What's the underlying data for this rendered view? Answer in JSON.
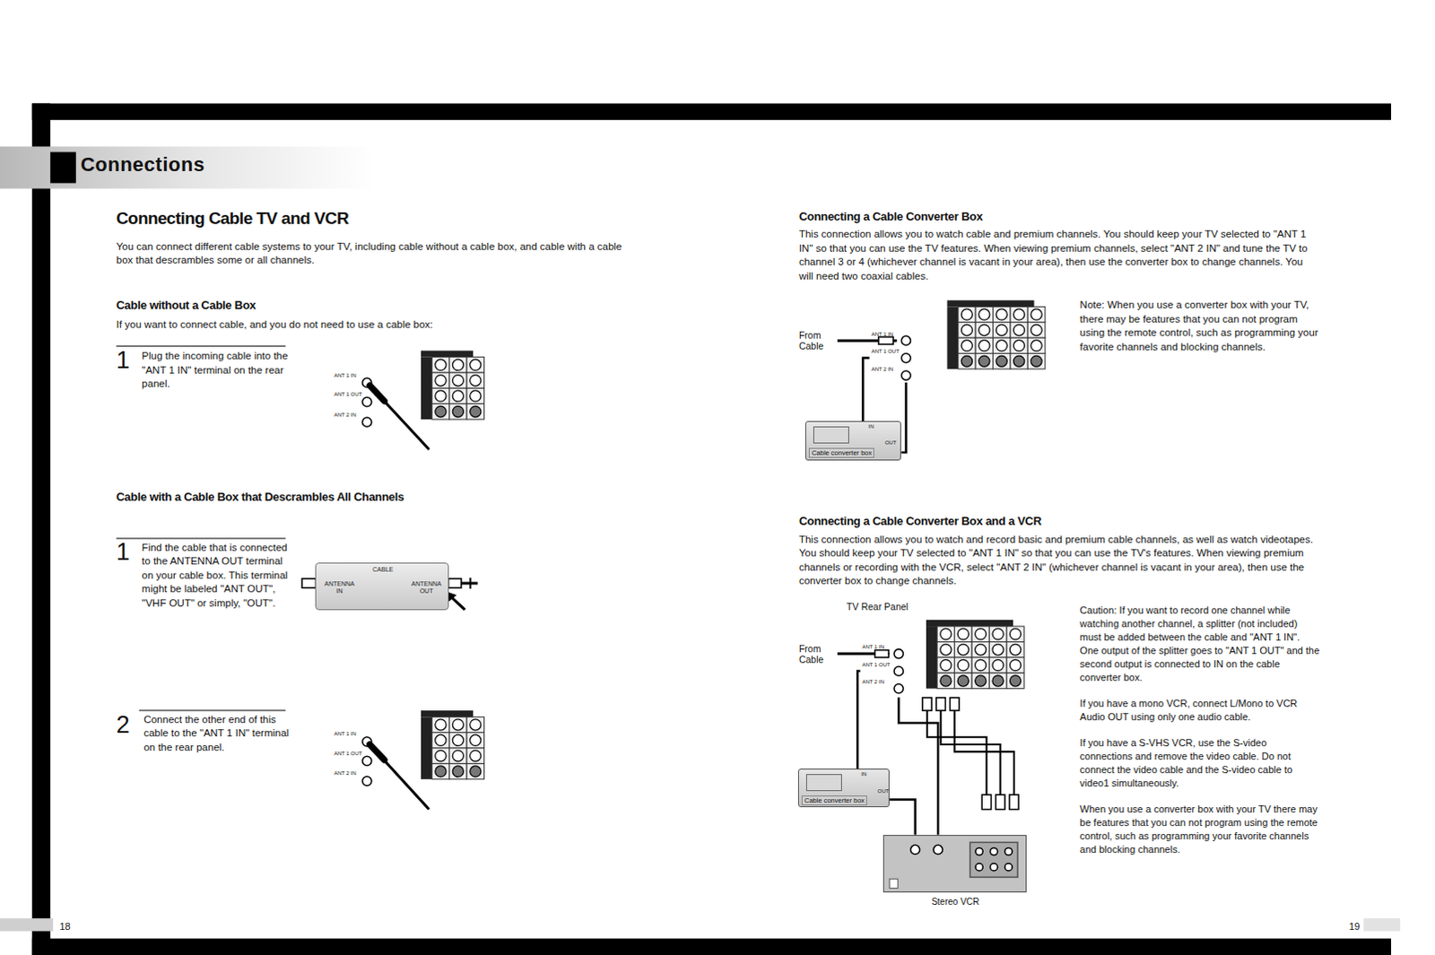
{
  "diagram": {
    "title": "Connections",
    "nodes": [
      {
        "text": [
          "CABLE",
          "ANTENNA IN",
          "ANTENNA OUT"
        ]
      },
      {
        "text": [
          "ANT 1 IN",
          "ANT 1 OUT",
          "ANT 2 IN"
        ]
      },
      {
        "text": [
          "IN",
          "Cable converter box",
          "OUT"
        ]
      },
      {
        "text": [
          "ANT 1 IN",
          "ANT 1 OUT",
          "ANT 2 IN"
        ]
      },
      {
        "text": [
          "IN",
          "Cable converter box",
          "OUT"
        ]
      },
      {
        "text": [
          "Stereo VCR"
        ]
      }
    ],
    "edges": [
      {
        "from": 1,
        "to": 2,
        "arrow": "none"
      },
      {
        "from": 2,
        "to": 1,
        "arrow": "none"
      },
      {
        "from": 3,
        "to": 4,
        "arrow": "none"
      },
      {
        "from": 4,
        "to": 5,
        "arrow": "none"
      },
      {
        "from": 5,
        "to": 3,
        "arrow": "none"
      }
    ],
    "labels": [
      "Connecting Cable TV and VCR",
      "You can connect different cable systems to your TV, including cable without a cable box, and cable with a cable box that descrambles some or all channels.",
      "Cable without a Cable Box",
      "If you want to connect cable, and you do not need to use a cable box:",
      "1",
      "Plug the incoming cable into the \"ANT 1 IN\" terminal on the rear panel.",
      "Cable with a Cable Box that Descrambles All Channels",
      "1",
      "Find the cable that is connected to the ANTENNA OUT terminal on your cable box. This terminal might be labeled \"ANT OUT\", \"VHF OUT\" or simply, \"OUT\".",
      "2",
      "Connect the other end of this cable to the \"ANT 1 IN\" terminal on the rear panel.",
      "Connecting a Cable Converter Box",
      "This connection allows you to watch cable and premium channels. You should keep your TV selected to \"ANT 1 IN\" so that you can use the TV features. When viewing premium channels, select \"ANT 2 IN\" and tune the TV to channel 3 or 4 (whichever channel is vacant in your area), then use the converter box to change channels. You will need two coaxial cables.",
      "From Cable",
      "Note: When you use a converter box with your TV, there may be features that you can not program using the remote control, such as programming your favorite channels and blocking channels.",
      "Connecting a Cable Converter Box and a VCR",
      "This connection allows you to watch and record basic and premium cable channels, as well as watch videotapes. You should keep your TV selected to \"ANT 1 IN\" so that you can use the TV's features. When viewing premium channels or recording with the VCR, select \"ANT 2 IN\" (whichever channel is vacant in your area), then use the converter box to change channels.",
      "TV Rear Panel",
      "From Cable",
      "Caution: If you want to record one channel while watching another channel, a splitter (not included) must be added between the cable and \"ANT 1 IN\". One output of the splitter goes to \"ANT 1 OUT\" and the second output is connected to IN on the cable converter box.",
      "If you have a mono VCR, connect L/Mono to VCR Audio OUT using only one audio cable.",
      "If you have a S-VHS VCR, use the S-video connections and remove the video cable. Do not connect the video cable and the S-video cable to video1 simultaneously.",
      "When you use a converter box with your TV there may be features that you can not program using the remote control, such as programming your favorite channels and blocking channels.",
      "18",
      "19",
      "ANT 1 IN",
      "ANT 1 OUT",
      "ANT 2 IN",
      "ANT 1 IN",
      "ANT 1 OUT",
      "ANT 2 IN"
    ]
  }
}
